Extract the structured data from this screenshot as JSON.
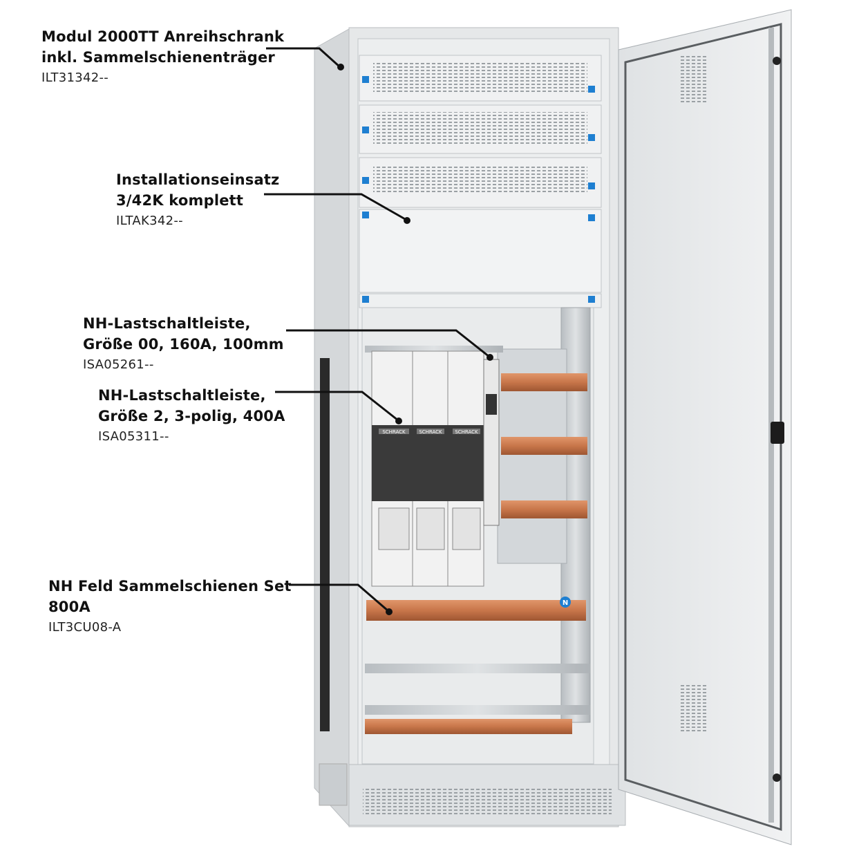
{
  "callouts": [
    {
      "title": "Modul 2000TT Anreihschrank\ninkl. Sammelschienenträger",
      "code": "ILT31342--"
    },
    {
      "title": "Installationseinsatz\n3/42K komplett",
      "code": "ILTAK342--"
    },
    {
      "title": "NH-Lastschaltleiste,\nGröße 00, 160A, 100mm",
      "code": "ISA05261--"
    },
    {
      "title": "NH-Lastschaltleiste,\nGröße 2, 3-polig, 400A",
      "code": "ISA05311--"
    },
    {
      "title": "NH Feld Sammelschienen Set\n800A",
      "code": "ILT3CU08-A"
    }
  ],
  "product_marks": {
    "brand_on_fuse_switch": "SCHRACK",
    "neutral_terminal": "N"
  },
  "colors": {
    "cabinet": "#e6e8e9",
    "copper": "#c8764a",
    "galvanized": "#c9cdd0",
    "fuse_body": "#f2f2f2",
    "accent_blue": "#1e7fd1"
  }
}
